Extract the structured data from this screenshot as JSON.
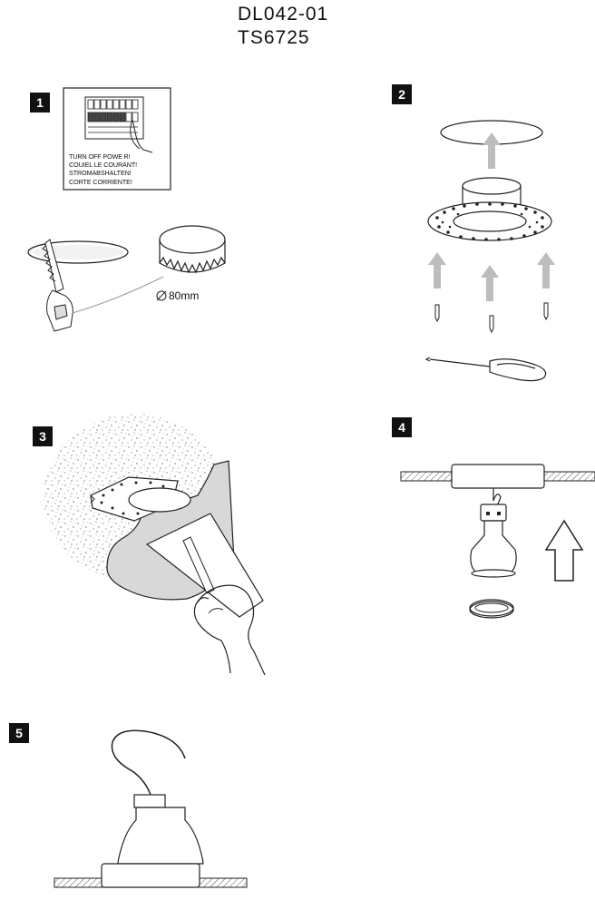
{
  "header": {
    "model_line1": "DL042-01",
    "model_line2": "TS6725"
  },
  "steps": [
    {
      "number": "1"
    },
    {
      "number": "2"
    },
    {
      "number": "3"
    },
    {
      "number": "4"
    },
    {
      "number": "5"
    }
  ],
  "step1": {
    "warning_lines": [
      "TURN OFF POWE R!",
      "COUIEL LE COURANT!",
      "STROMABSHALTEN!",
      "CORTE CORRIENTE!"
    ],
    "hole_diameter": "80mm",
    "diameter_icon": "diameter-symbol-icon"
  },
  "colors": {
    "line": "#222222",
    "arrow_gray": "#bdbdbd",
    "badge": "#111111",
    "plaster": "#d8d8d8"
  }
}
